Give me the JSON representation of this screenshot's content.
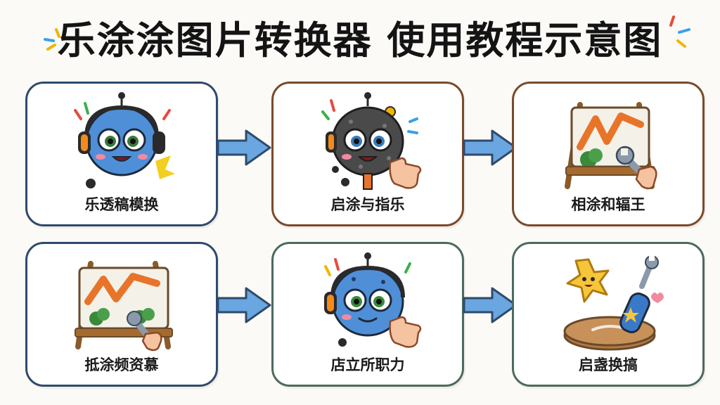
{
  "title": "乐涂涂图片转换器 使用教程示意图",
  "steps": [
    {
      "label": "乐透稿模换",
      "art": "robot-headphones-icon"
    },
    {
      "label": "启涂与指乐",
      "art": "robot-pointing-icon"
    },
    {
      "label": "相涂和辐王",
      "art": "easel-wrench-icon"
    },
    {
      "label": "抵涂频资慕",
      "art": "easel-painting-icon"
    },
    {
      "label": "店立所职力",
      "art": "robot-tap-icon"
    },
    {
      "label": "启盏换搞",
      "art": "star-tool-icon"
    }
  ],
  "colors": {
    "border_blue": "#2f4a6b",
    "border_brown": "#7a4a2a",
    "border_green": "#4d6a5c",
    "arrow_blue": "#6aa6e0",
    "robot_blue": "#4f8fd8"
  }
}
